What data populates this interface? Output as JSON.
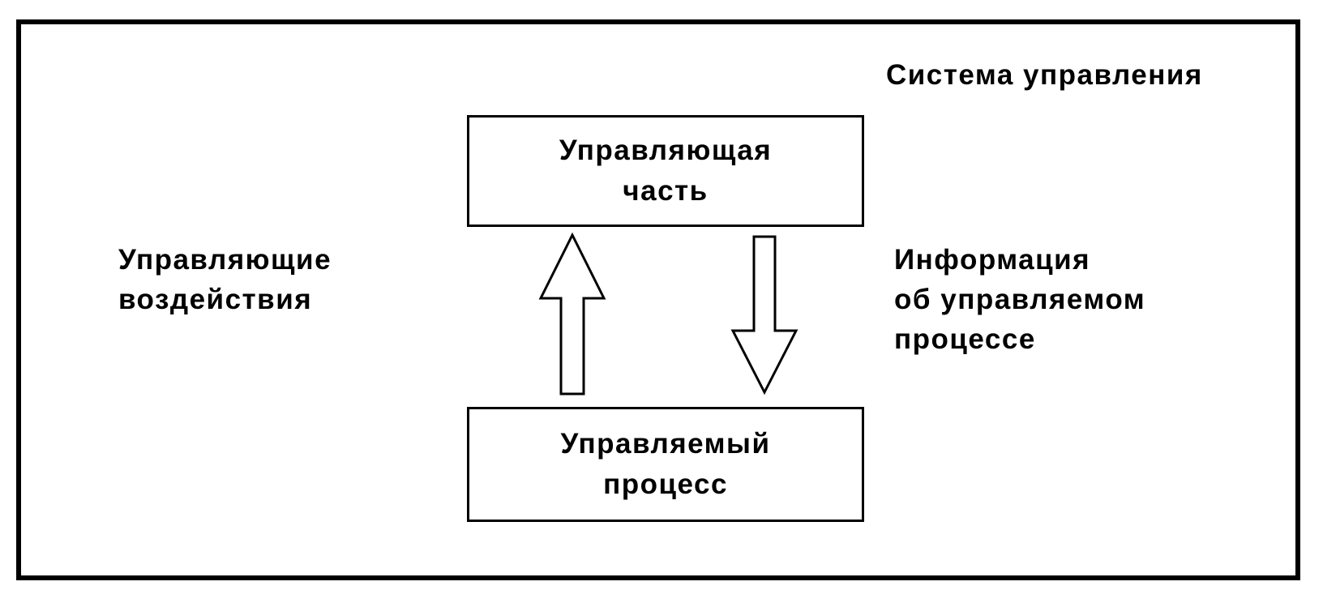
{
  "diagram": {
    "system_title": "Система управления",
    "control_part": {
      "lines": [
        "Управляющая",
        "часть"
      ]
    },
    "managed_process": {
      "lines": [
        "Управляемый",
        "процесс"
      ]
    },
    "control_actions": {
      "lines": [
        "Управляющие",
        "воздействия"
      ]
    },
    "process_information": {
      "lines": [
        "Информация",
        "об управляемом",
        "процессе"
      ]
    },
    "arrows": [
      {
        "from": "managed_process",
        "to": "control_part",
        "direction": "up"
      },
      {
        "from": "control_part",
        "to": "managed_process",
        "direction": "down"
      }
    ],
    "colors": {
      "stroke": "#000000",
      "fill": "#ffffff"
    }
  }
}
